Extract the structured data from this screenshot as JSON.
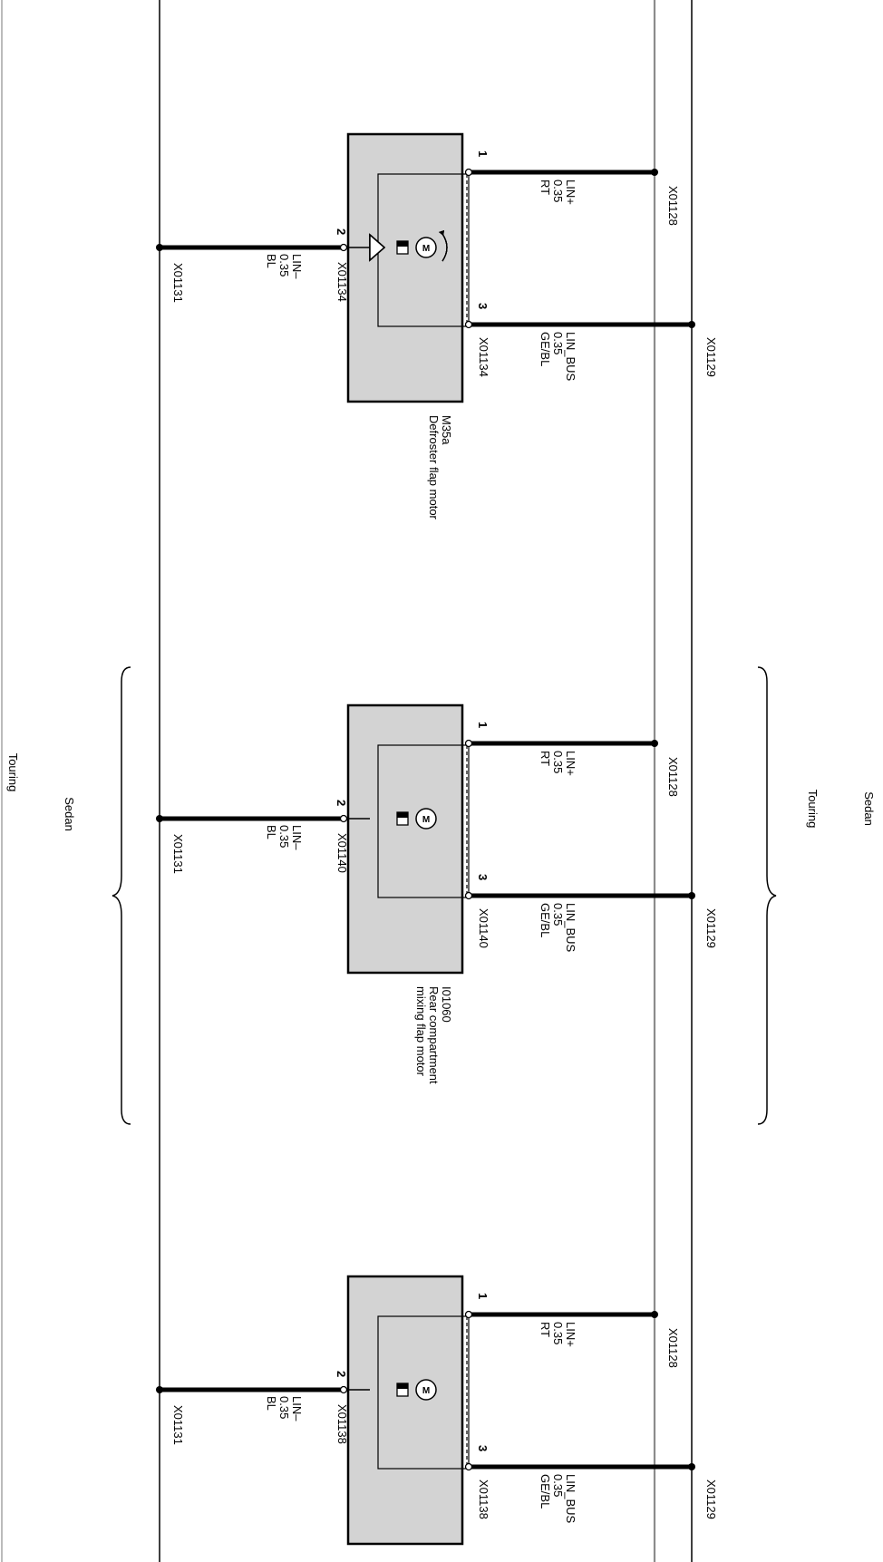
{
  "components": [
    {
      "code": "M35a",
      "name": "Defroster flap motor",
      "pins": [
        {
          "num": "1",
          "signal": "LIN+",
          "size": "0.35",
          "color": "RT",
          "plug": "",
          "splice": "X01128"
        },
        {
          "num": "2",
          "signal": "LIN–",
          "size": "0.35",
          "color": "BL",
          "plug": "X01134",
          "splice": "X01131"
        },
        {
          "num": "3",
          "signal": "LIN_BUS",
          "size": "0.35",
          "color": "GE/BL",
          "plug": "X01134",
          "splice": "X01129"
        }
      ]
    },
    {
      "code": "I01060",
      "name": "Rear compartment mixing flap motor",
      "name_lines": [
        "Rear compartment",
        "mixing flap motor"
      ],
      "pins": [
        {
          "num": "1",
          "signal": "LIN+",
          "size": "0.35",
          "color": "RT",
          "plug": "",
          "splice": "X01128"
        },
        {
          "num": "2",
          "signal": "LIN–",
          "size": "0.35",
          "color": "BL",
          "plug": "X01140",
          "splice": "X01131"
        },
        {
          "num": "3",
          "signal": "LIN_BUS",
          "size": "0.35",
          "color": "GE/BL",
          "plug": "X01140",
          "splice": "X01129"
        }
      ]
    },
    {
      "code": "",
      "name": "",
      "pins": [
        {
          "num": "1",
          "signal": "LIN+",
          "size": "0.35",
          "color": "RT",
          "plug": "",
          "splice": "X01128"
        },
        {
          "num": "2",
          "signal": "LIN–",
          "size": "0.35",
          "color": "BL",
          "plug": "X01138",
          "splice": "X01131"
        },
        {
          "num": "3",
          "signal": "LIN_BUS",
          "size": "0.35",
          "color": "GE/BL",
          "plug": "X01138",
          "splice": "X01129"
        }
      ]
    }
  ],
  "variants": {
    "left": [
      "Sedan",
      "Touring"
    ],
    "right": [
      "Touring",
      "Sedan"
    ]
  },
  "motor_symbol": "M"
}
